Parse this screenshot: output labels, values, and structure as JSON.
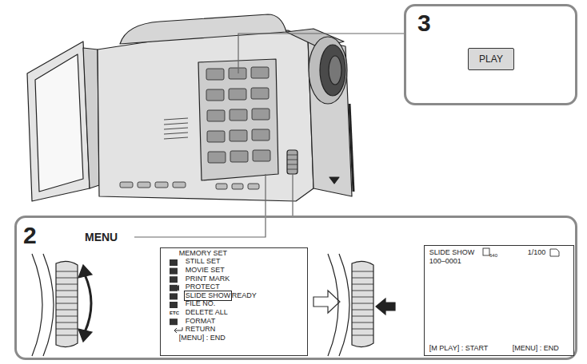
{
  "diagram": {
    "nodes": [
      {
        "text": [
          "3"
        ]
      },
      {
        "text": [
          "PLAY"
        ],
        "in": 0
      },
      {
        "text": [
          "2"
        ]
      },
      {
        "text": [
          "MEMORY SET",
          "STILL SET",
          "MOVIE SET",
          "PRINT MARK",
          "PROTECT",
          "SLIDE SHOW",
          "READY",
          "FILE NO.",
          "DELETE ALL",
          "FORMAT",
          "RETURN",
          "[MENU] : END"
        ],
        "in": 2
      },
      {
        "text": [
          "SLIDE SHOW",
          "1/100",
          "100–0001",
          "[M PLAY] : START",
          "[MENU] : END"
        ],
        "in": 2
      }
    ],
    "labels": [
      "MENU",
      "ETC",
      "640"
    ]
  }
}
